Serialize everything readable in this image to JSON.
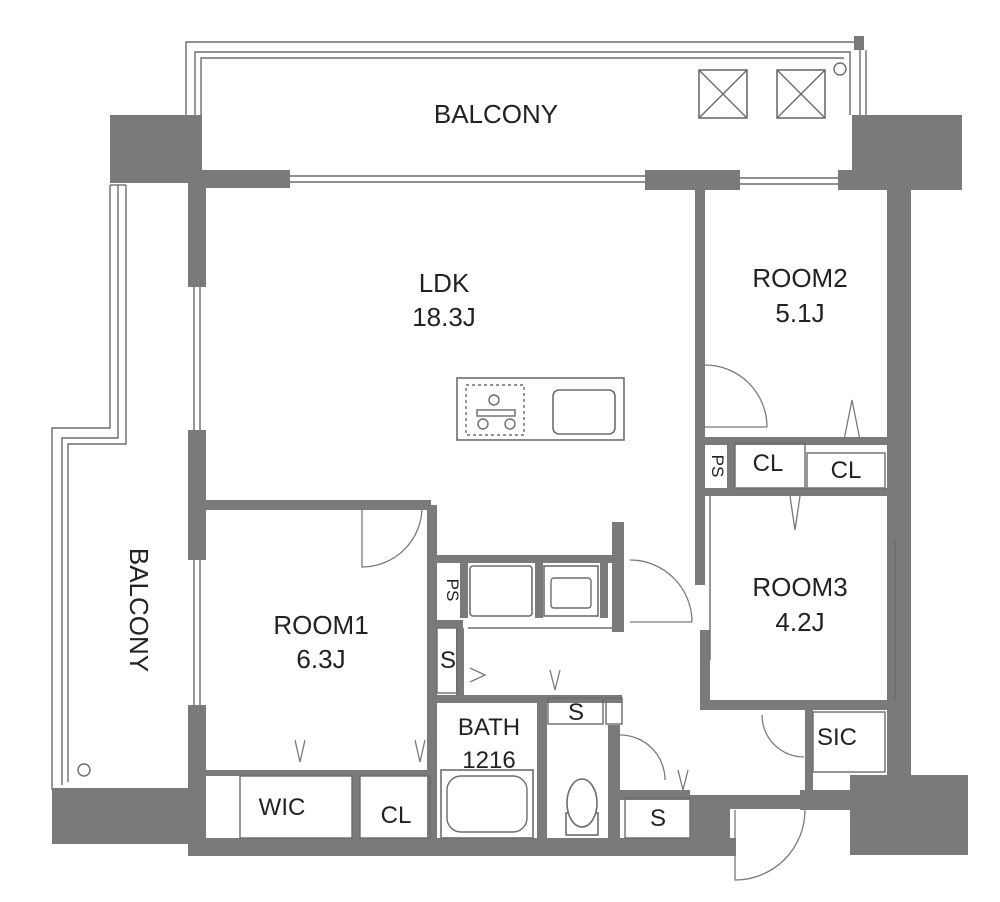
{
  "rooms": {
    "balcony_top": {
      "name": "BALCONY"
    },
    "balcony_left": {
      "name": "BALCONY"
    },
    "ldk": {
      "name": "LDK",
      "area": "18.3J"
    },
    "room1": {
      "name": "ROOM1",
      "area": "6.3J"
    },
    "room2": {
      "name": "ROOM2",
      "area": "5.1J"
    },
    "room3": {
      "name": "ROOM3",
      "area": "4.2J"
    },
    "bath": {
      "name": "BATH",
      "area": "1216"
    }
  },
  "storage": {
    "ps_upper": "PS",
    "ps_lower": "PS",
    "cl_room2_a": "CL",
    "cl_room2_b": "CL",
    "cl_room1": "CL",
    "wic": "WIC",
    "sic": "SIC",
    "s_laundry": "S",
    "s_hall": "S",
    "s_entrance": "S"
  },
  "colors": {
    "wall": "#7a7a7a",
    "line": "#6d6d6d",
    "background": "#ffffff"
  }
}
